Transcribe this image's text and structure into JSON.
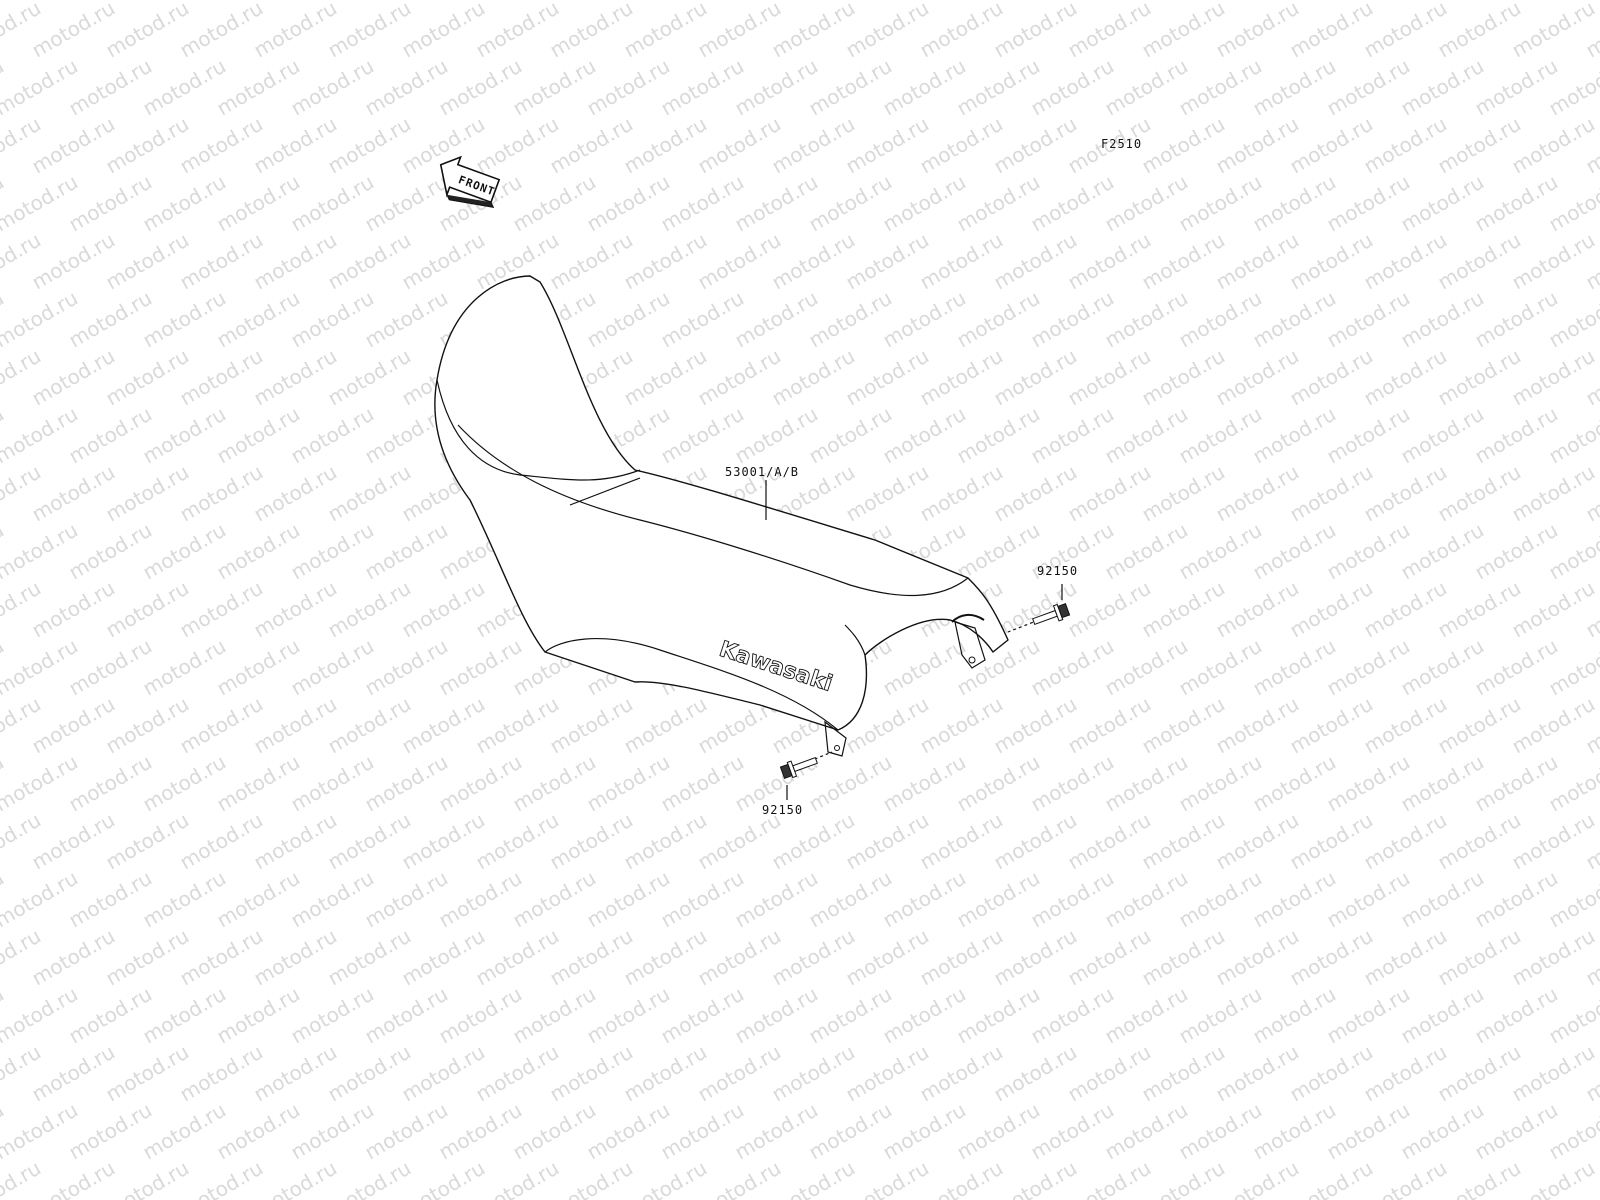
{
  "diagram": {
    "code": "F2510",
    "front_arrow_text": "FRONT",
    "brand": "Kawasaki",
    "watermark": "motod.ru",
    "parts": [
      {
        "id": "seat",
        "number": "53001/A/B"
      },
      {
        "id": "bolt-right",
        "number": "92150"
      },
      {
        "id": "bolt-left",
        "number": "92150"
      }
    ]
  }
}
